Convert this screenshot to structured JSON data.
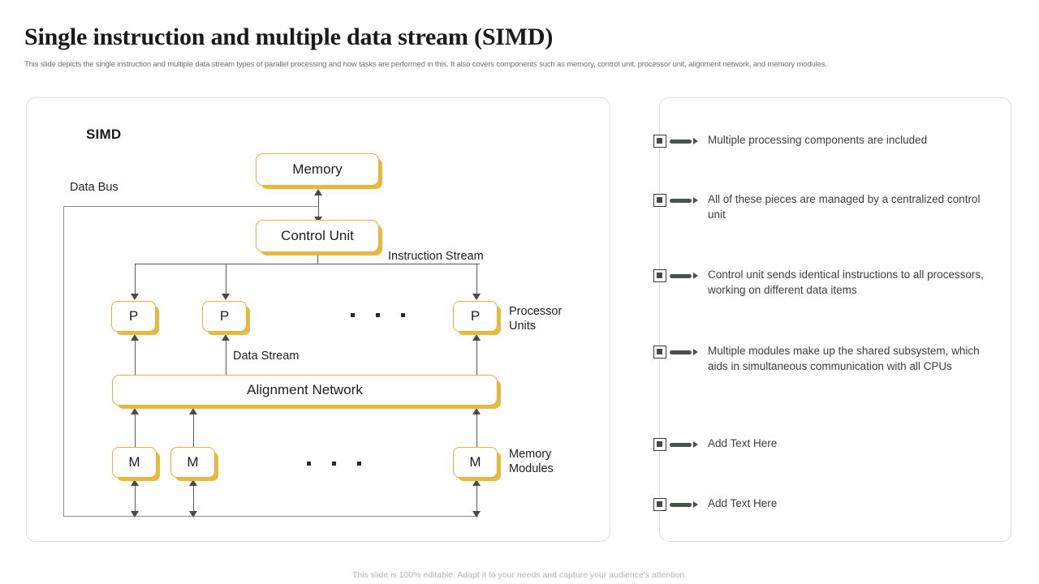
{
  "header": {
    "title": "Single instruction and multiple data stream (SIMD)",
    "subtitle": "This slide depicts the single instruction and multiple data stream types of parallel processing and how tasks are performed in this. It also covers components such as memory, control unit, processor unit, alignment network, and memory modules."
  },
  "diagram": {
    "title": "SIMD",
    "accent_color": "#e8b93f",
    "labels": {
      "data_bus": "Data Bus",
      "instruction_stream": "Instruction  Stream",
      "data_stream": "Data Stream",
      "processor_units": "Processor\nUnits",
      "memory_modules": "Memory\nModules"
    },
    "boxes": {
      "memory": "Memory",
      "control_unit": "Control Unit",
      "alignment_network": "Alignment Network",
      "processor": "P",
      "memory_module": "M"
    },
    "ellipsis": "..."
  },
  "bullets": [
    {
      "text": "Multiple processing components are included"
    },
    {
      "text": "All of these pieces are managed by a centralized control unit"
    },
    {
      "text": "Control unit sends identical instructions to all processors, working on different data items"
    },
    {
      "text": "Multiple modules make up the shared subsystem, which aids in simultaneous communication with all CPUs"
    },
    {
      "text": "Add Text Here"
    },
    {
      "text": "Add Text Here"
    }
  ],
  "footer": {
    "note": "This slide is 100% editable. Adapt it to your needs and capture your audience's attention."
  }
}
